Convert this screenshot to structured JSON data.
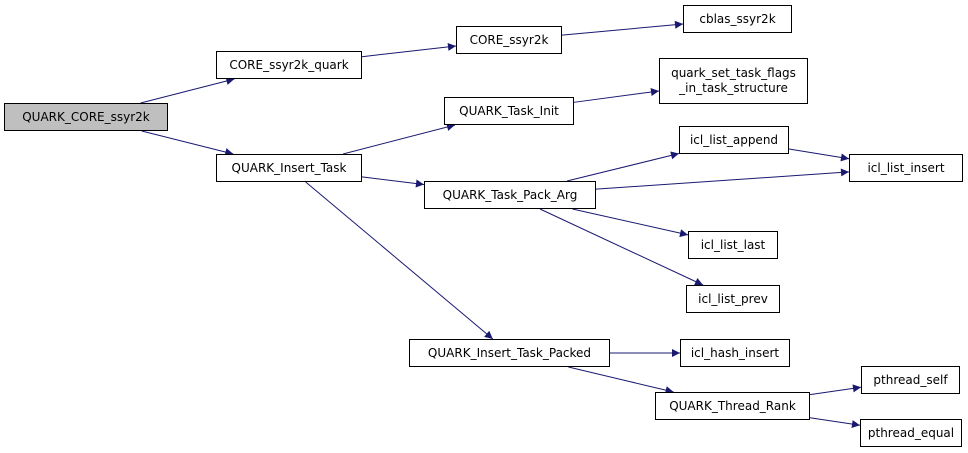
{
  "graph": {
    "edge_color": "#191970",
    "root_fill": "#bfbfbf",
    "nodes": {
      "quark_core_ssyr2k": "QUARK_CORE_ssyr2k",
      "core_ssyr2k_quark": "CORE_ssyr2k_quark",
      "core_ssyr2k": "CORE_ssyr2k",
      "cblas_ssyr2k": "cblas_ssyr2k",
      "quark_insert_task": "QUARK_Insert_Task",
      "quark_task_init": "QUARK_Task_Init",
      "quark_set_task_flags": "quark_set_task_flags\n_in_task_structure",
      "quark_task_pack_arg": "QUARK_Task_Pack_Arg",
      "icl_list_append": "icl_list_append",
      "icl_list_insert": "icl_list_insert",
      "icl_list_last": "icl_list_last",
      "icl_list_prev": "icl_list_prev",
      "quark_insert_task_packed": "QUARK_Insert_Task_Packed",
      "icl_hash_insert": "icl_hash_insert",
      "quark_thread_rank": "QUARK_Thread_Rank",
      "pthread_self": "pthread_self",
      "pthread_equal": "pthread_equal"
    },
    "edges": [
      [
        "quark_core_ssyr2k",
        "core_ssyr2k_quark"
      ],
      [
        "quark_core_ssyr2k",
        "quark_insert_task"
      ],
      [
        "core_ssyr2k_quark",
        "core_ssyr2k"
      ],
      [
        "core_ssyr2k",
        "cblas_ssyr2k"
      ],
      [
        "quark_insert_task",
        "quark_task_init"
      ],
      [
        "quark_insert_task",
        "quark_task_pack_arg"
      ],
      [
        "quark_insert_task",
        "quark_insert_task_packed"
      ],
      [
        "quark_task_init",
        "quark_set_task_flags"
      ],
      [
        "quark_task_pack_arg",
        "icl_list_append"
      ],
      [
        "quark_task_pack_arg",
        "icl_list_insert"
      ],
      [
        "quark_task_pack_arg",
        "icl_list_last"
      ],
      [
        "quark_task_pack_arg",
        "icl_list_prev"
      ],
      [
        "icl_list_append",
        "icl_list_insert"
      ],
      [
        "quark_insert_task_packed",
        "icl_hash_insert"
      ],
      [
        "quark_insert_task_packed",
        "quark_thread_rank"
      ],
      [
        "quark_thread_rank",
        "pthread_self"
      ],
      [
        "quark_thread_rank",
        "pthread_equal"
      ]
    ]
  }
}
